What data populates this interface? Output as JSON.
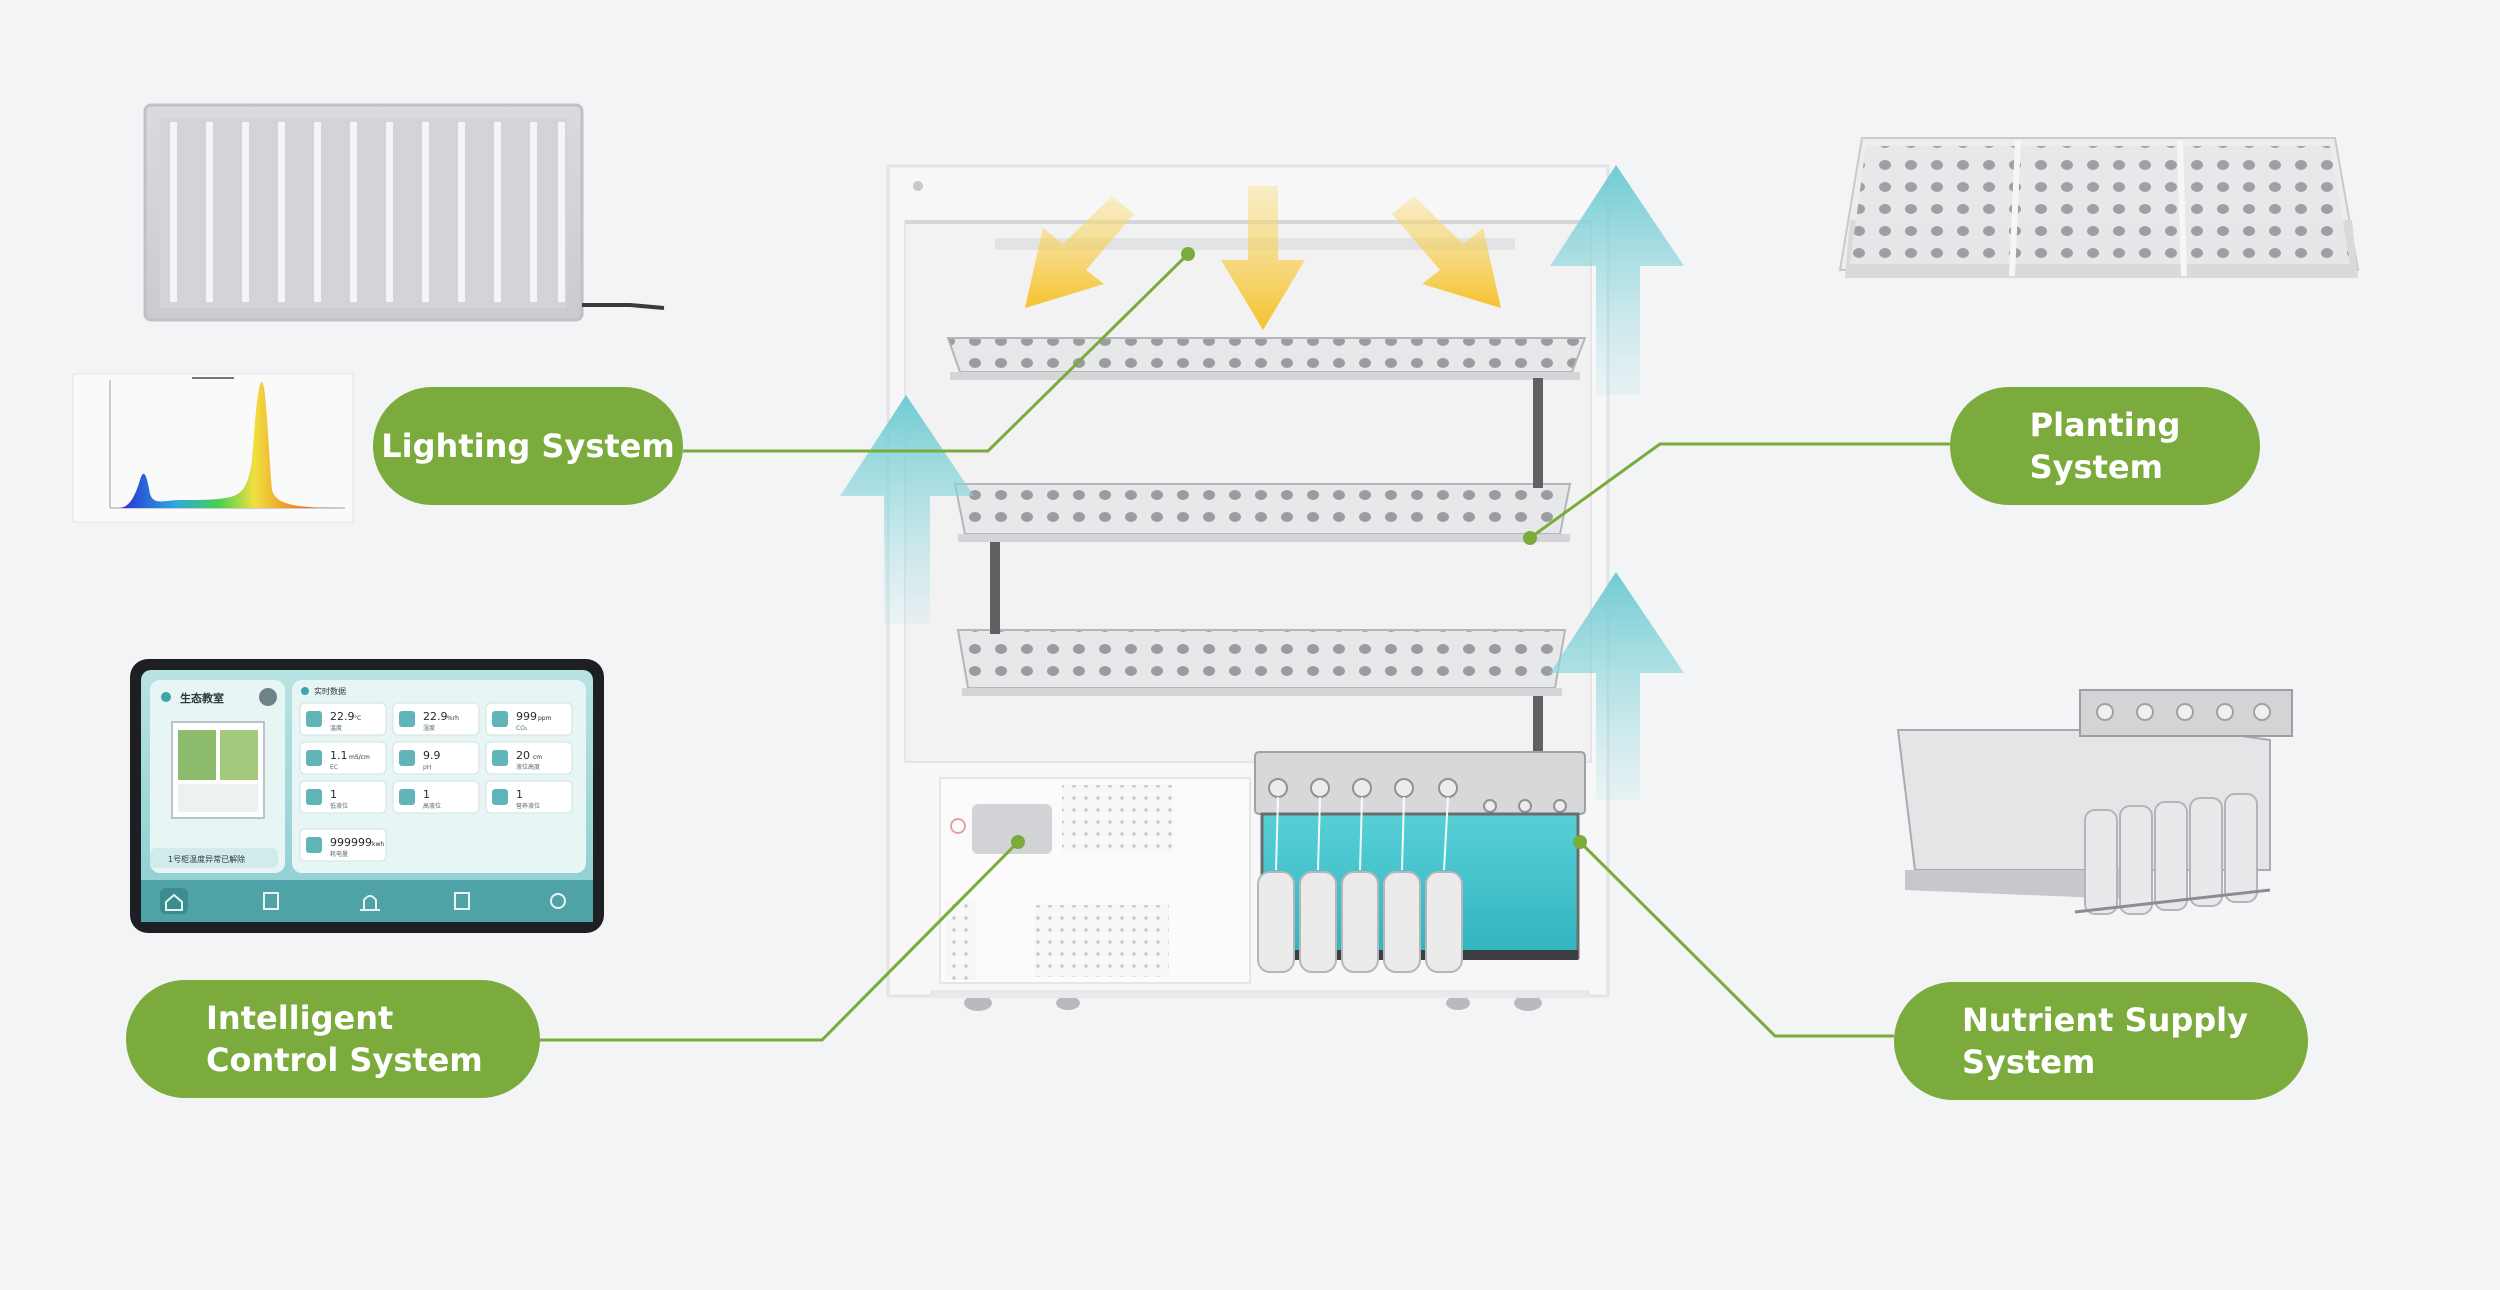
{
  "labels": {
    "lighting": "Lighting System",
    "planting_line1": "Planting",
    "planting_line2": "System",
    "control_line1": "Intelligent",
    "control_line2": "Control System",
    "nutrient_line1": "Nutrient Supply",
    "nutrient_line2": "System"
  },
  "tablet": {
    "app_title": "生态教室",
    "realtime_title": "实时数据",
    "notice": "1号柜温度异常已解除",
    "metrics": [
      {
        "value": "22.9",
        "unit": "°C",
        "name": "温度"
      },
      {
        "value": "22.9",
        "unit": "%rh",
        "name": "湿度"
      },
      {
        "value": "999",
        "unit": "ppm",
        "name": "CO₂"
      },
      {
        "value": "1.1",
        "unit": "mS/cm",
        "name": "EC"
      },
      {
        "value": "9.9",
        "unit": "",
        "name": "pH"
      },
      {
        "value": "20",
        "unit": "cm",
        "name": "液位高度"
      },
      {
        "value": "1",
        "unit": "",
        "name": "低液位"
      },
      {
        "value": "1",
        "unit": "",
        "name": "高液位"
      },
      {
        "value": "1",
        "unit": "",
        "name": "营养液位"
      },
      {
        "value": "999999",
        "unit": "kwh",
        "name": "耗电量"
      }
    ]
  },
  "colors": {
    "pill_green": "#7aab3c",
    "arrow_yellow": "#f5c22e",
    "arrow_teal": "#7fd0d6",
    "leader_line": "#7aab3c",
    "tablet_teal": "#5fb5b8"
  }
}
